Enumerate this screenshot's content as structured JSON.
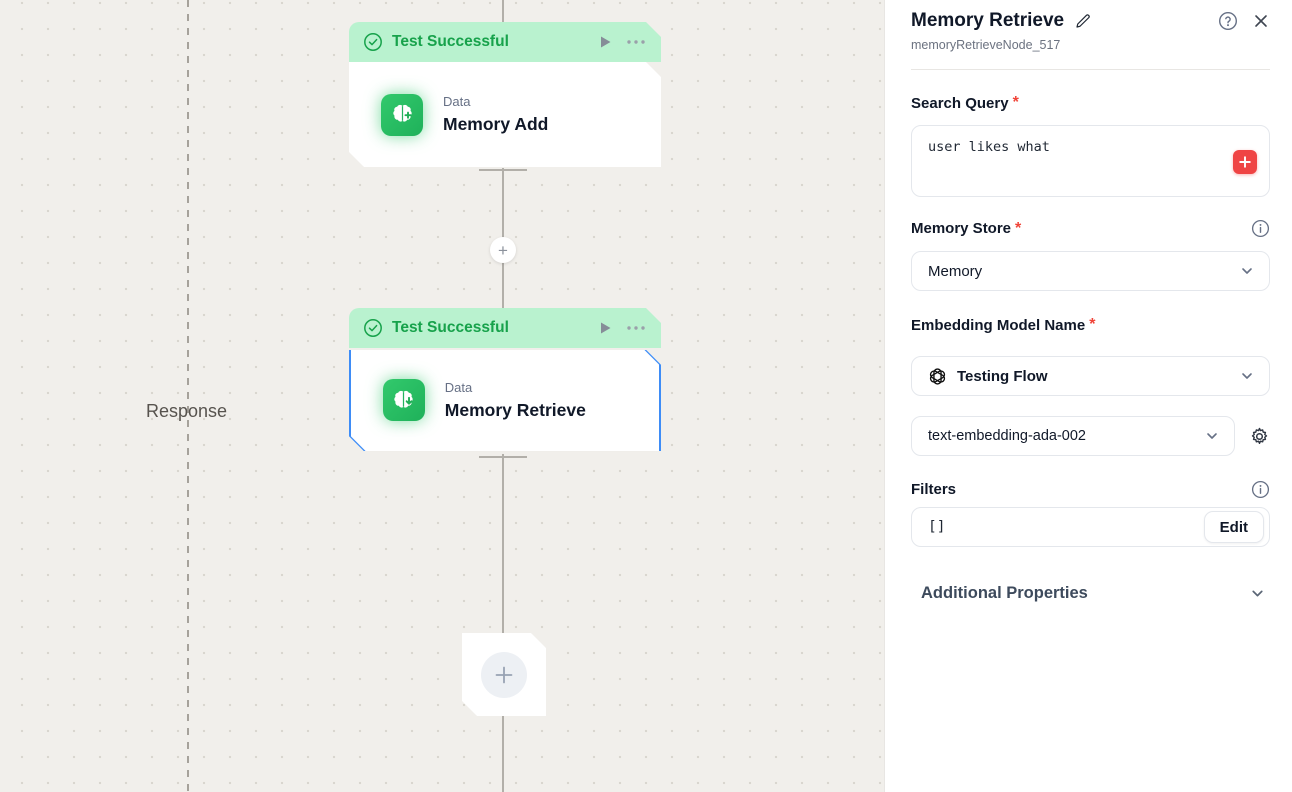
{
  "ui": {
    "required_mark": "*",
    "plus": "+"
  },
  "canvas": {
    "response_label": "Response",
    "nodes": [
      {
        "status": "Test Successful",
        "category": "Data",
        "title": "Memory Add"
      },
      {
        "status": "Test Successful",
        "category": "Data",
        "title": "Memory Retrieve"
      }
    ]
  },
  "panel": {
    "title": "Memory Retrieve",
    "node_id": "memoryRetrieveNode_517",
    "search_query": {
      "label": "Search Query",
      "value": "user likes what"
    },
    "memory_store": {
      "label": "Memory Store",
      "value": "Memory"
    },
    "embedding": {
      "label": "Embedding Model Name",
      "provider": "Testing Flow",
      "model": "text-embedding-ada-002"
    },
    "filters": {
      "label": "Filters",
      "value": "[]",
      "edit_label": "Edit"
    },
    "additional_properties": {
      "label": "Additional Properties"
    }
  },
  "colors": {
    "badge_bg": "#b9f2cf",
    "badge_text": "#17a24b",
    "node_icon": "#26c160",
    "selection": "#3e8df7",
    "required": "#f04438",
    "add_button": "#ef4444",
    "canvas_bg": "#f1efeb"
  }
}
